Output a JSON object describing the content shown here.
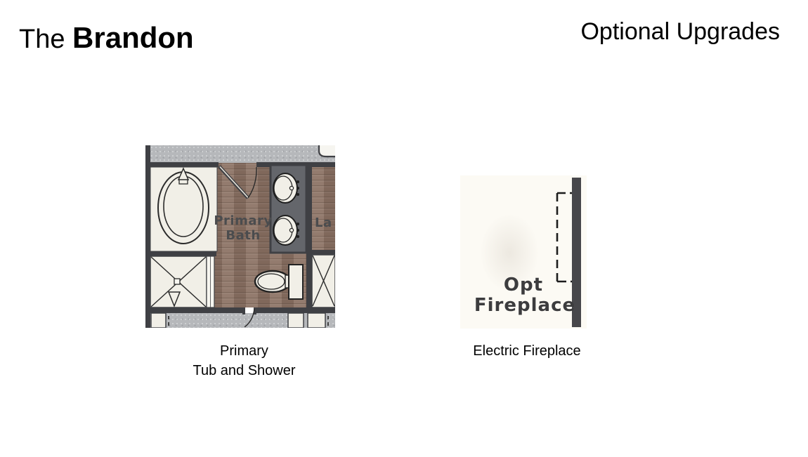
{
  "header": {
    "title_prefix": "The",
    "title_name": "Brandon",
    "right_title": "Optional Upgrades"
  },
  "figures": {
    "tub": {
      "room_label_line1": "Primary",
      "room_label_line2": "Bath",
      "adjacent_room_label_partial": "La",
      "caption_line1": "Primary",
      "caption_line2": "Tub and Shower"
    },
    "fireplace": {
      "annotation_line1": "Opt",
      "annotation_line2": "Fireplace",
      "caption": "Electric Fireplace"
    }
  },
  "colors": {
    "wall": "#3f4044",
    "carpet": "#b6b8bb",
    "wood_floor": "#8b7163",
    "fixture_cream": "#f1efe7",
    "vanity_granite": "#64666b",
    "room_label_gray": "#4b4c4e",
    "fireplace_wall": "#47474b",
    "fireplace_background": "#fcfaf4",
    "text_black": "#000000"
  }
}
